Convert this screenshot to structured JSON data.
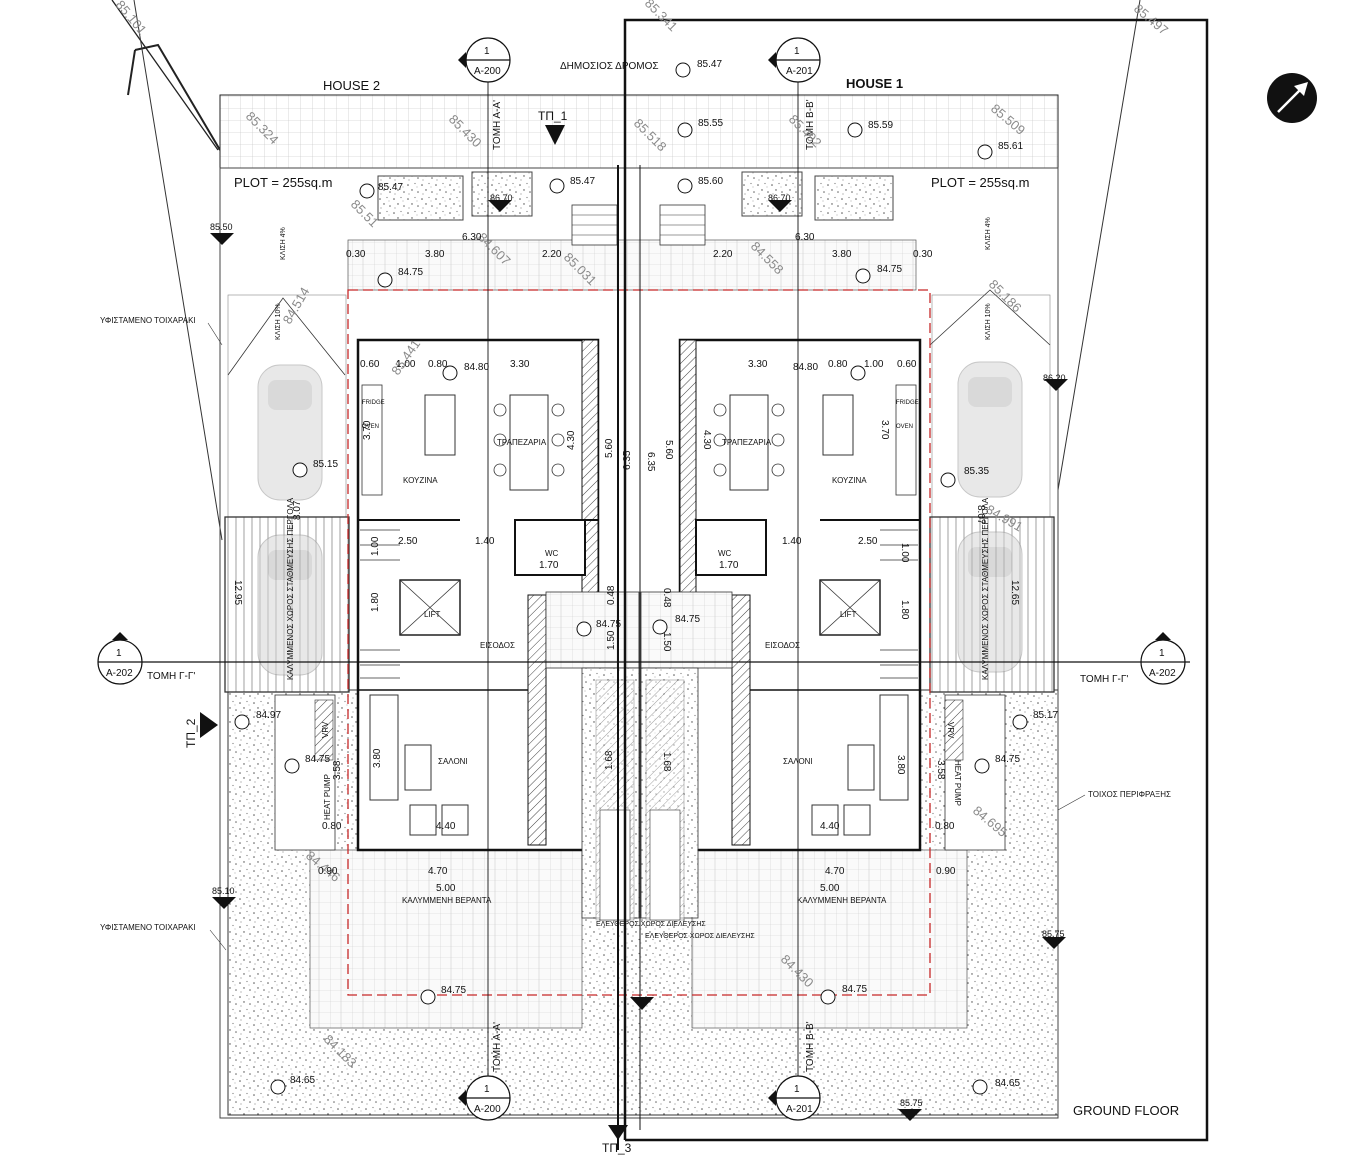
{
  "title": "GROUND FLOOR",
  "houses": {
    "left": "HOUSE 2",
    "right": "HOUSE 1"
  },
  "plots": {
    "left": "PLOT = 255sq.m",
    "right": "PLOT = 255sq.m"
  },
  "public_road": "ΔΗΜΟΣΙΟΣ ΔΡΟΜΟΣ",
  "sections": {
    "section_aa": "ΤΟΜΗ Α-Α'",
    "section_bb": "ΤΟΜΗ Β-Β'",
    "section_gg_left": "ΤΟΜΗ Γ-Γ'",
    "section_gg_right": "ΤΟΜΗ Γ-Γ'",
    "tp1": "ΤΠ_1",
    "tp2": "ΤΠ_2",
    "tp3": "ΤΠ_3"
  },
  "callouts": [
    {
      "num": "1",
      "sheet": "A-200"
    },
    {
      "num": "1",
      "sheet": "A-201"
    },
    {
      "num": "1",
      "sheet": "A-202"
    },
    {
      "num": "1",
      "sheet": "A-202"
    },
    {
      "num": "1",
      "sheet": "A-200"
    },
    {
      "num": "1",
      "sheet": "A-201"
    }
  ],
  "rooms": {
    "kitchen": "ΚΟΥΖΙΝΑ",
    "dining": "ΤΡΑΠΕΖΑΡΙΑ",
    "entrance": "ΕΙΣΟΔΟΣ",
    "living": "ΣΑΛΟΝΙ",
    "wc": "WC",
    "lift": "LIFT",
    "veranda": "ΚΑΛΥΜΜΕΝΗ ΒΕΡΑΝΤΑ",
    "fridge": "FRIDGE",
    "oven": "OVEN",
    "covered_parking": "ΚΑΛΥΜΜΕΝΟΣ ΧΩΡΟΣ ΣΤΑΘΜΕΥΣΗΣ ΠΕΡΓΟΛΑ",
    "heat_pump": "HEAT PUMP",
    "vrv": "VRV",
    "shared_passage": "ΕΛΕΥΘΕΡΟΣ ΧΩΡΟΣ ΔΙΕΛΕΥΣΗΣ",
    "slope4": "ΚΛΙΣΗ 4%",
    "slope10": "ΚΛΙΣΗ 10%"
  },
  "notes": {
    "existing_wall_1": "ΥΦΙΣΤΑΜΕΝΟ ΤΟΙΧΑΡΑΚΙ",
    "existing_wall_2": "ΥΦΙΣΤΑΜΕΝΟ ΤΟΙΧΑΡΑΚΙ",
    "fence_wall": "ΤΟΙΧΟΣ ΠΕΡΙΦΡΑΞΗΣ"
  },
  "levels": {
    "road": "85.47",
    "a1": "85.55",
    "a2": "85.59",
    "a3": "85.61",
    "b1": "85.47",
    "b2": "85.47",
    "b3": "85.60",
    "c1": "84.75",
    "c2": "84.75",
    "d1": "84.80",
    "d2": "84.80",
    "e1": "85.15",
    "e2": "85.35",
    "f1": "84.75",
    "f2": "84.75",
    "g1": "84.97",
    "g2": "85.17",
    "h1": "84.75",
    "h2": "84.75",
    "i1": "84.75",
    "i2": "84.75",
    "j1": "84.65",
    "j2": "84.65",
    "m1": "85.50",
    "m2": "86.20",
    "m3": "85.10",
    "m4": "85.75",
    "m5": "85.75",
    "m6": "86.70",
    "m7": "86.70"
  },
  "survey": {
    "s1": "85.101",
    "s2": "85.341",
    "s3": "85.497",
    "s4": "85.324",
    "s5": "85.430",
    "s6": "85.518",
    "s7": "85.492",
    "s8": "85.509",
    "s9": "85.51",
    "s10": "84.607",
    "s11": "85.031",
    "s12": "84.558",
    "s13": "85.186",
    "s14": "84.514",
    "s15": "85.441",
    "s16": "84.991",
    "s17": "84.446",
    "s18": "84.695",
    "s19": "84.430",
    "s20": "84.183"
  },
  "dims": {
    "w630a": "6.30",
    "w630b": "6.30",
    "w380a": "3.80",
    "w380b": "3.80",
    "w220a": "2.20",
    "w220b": "2.20",
    "w030a": "0.30",
    "w030b": "0.30",
    "k060a": "0.60",
    "k100a": "1.00",
    "k080a": "0.80",
    "k330a": "3.30",
    "k060b": "0.60",
    "k100b": "1.00",
    "k080b": "0.80",
    "k330b": "3.30",
    "v370a": "3.70",
    "v370b": "3.70",
    "v430a": "4.30",
    "v430b": "4.30",
    "v560a": "5.60",
    "v560b": "5.60",
    "v635a": "6.35",
    "v635b": "6.35",
    "v250a": "2.50",
    "v250b": "2.50",
    "v140a": "1.40",
    "v140b": "1.40",
    "v170a": "1.70",
    "v170b": "1.70",
    "v100a": "1.00",
    "v100b": "1.00",
    "v180a": "1.80",
    "v180b": "1.80",
    "v150a": "1.50",
    "v150b": "1.50",
    "v1295a": "12.95",
    "v1295b": "12.65",
    "v807a": "8.07",
    "v807b": "8.07",
    "v358a": "3.58",
    "v358b": "3.58",
    "v380c": "3.80",
    "v380d": "3.80",
    "v440a": "4.40",
    "v440b": "4.40",
    "v470a": "4.70",
    "v470b": "4.70",
    "v500a": "5.00",
    "v500b": "5.00",
    "v090a": "0.90",
    "v090b": "0.90",
    "v080a": "0.80",
    "v080b": "0.80",
    "v168a": "1.68",
    "v168b": "1.68",
    "v048a": "0.48",
    "v048b": "0.48"
  }
}
